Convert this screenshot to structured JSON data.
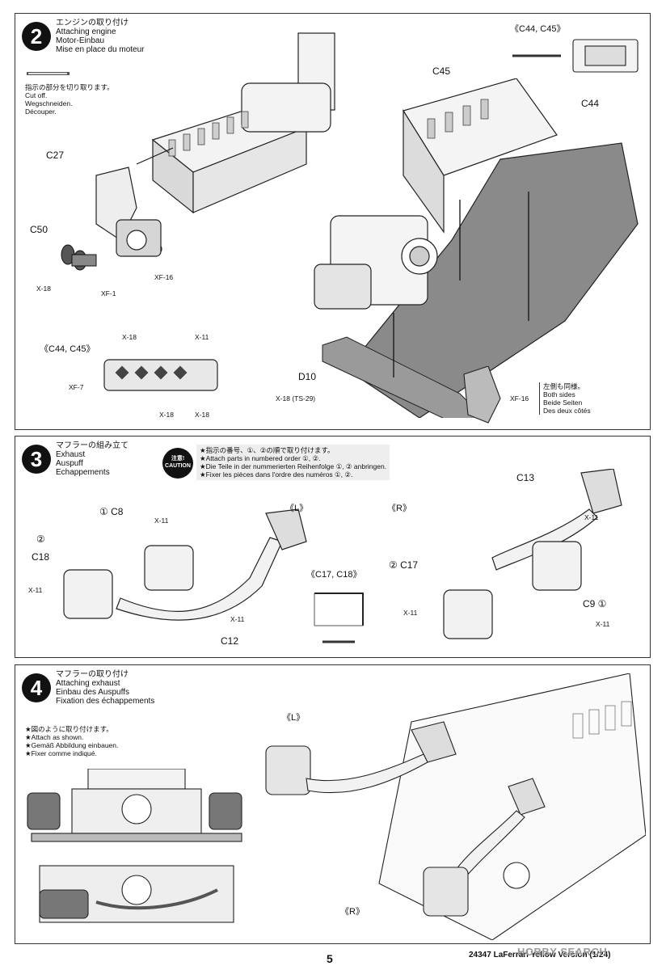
{
  "step2": {
    "number": "2",
    "title_ja": "エンジンの取り付け",
    "title_en": "Attaching engine",
    "title_de": "Motor-Einbau",
    "title_fr": "Mise en place du moteur",
    "cut_ja": "指示の部分を切り取ります。",
    "cut_en": "Cut off.",
    "cut_de": "Wegschneiden.",
    "cut_fr": "Découper.",
    "inset_c44c45": "《C44, C45》",
    "labels": {
      "c45": "C45",
      "c44": "C44",
      "c27": "C27",
      "c50": "C50",
      "x18_a": "X-18",
      "xf1": "XF-1",
      "xf16_a": "XF-16",
      "inset2": "《C44, C45》",
      "x18_b": "X-18",
      "x11_a": "X-11",
      "xf7": "XF-7",
      "x18_c": "X-18",
      "x18_d": "X-18",
      "d10": "D10",
      "x18ts29": "X-18 (TS-29)",
      "xf16_b": "XF-16"
    },
    "both_ja": "左側も同様。",
    "both_en": "Both sides",
    "both_de": "Beide Seiten",
    "both_fr": "Des deux côtés"
  },
  "step3": {
    "number": "3",
    "title_ja": "マフラーの組み立て",
    "title_en": "Exhaust",
    "title_de": "Auspuff",
    "title_fr": "Echappements",
    "caution": "注意!\nCAUTION",
    "notes": [
      "★指示の番号、①、②の順で取り付けます。",
      "★Attach parts in numbered order ①, ②.",
      "★Die Teile in der nummerierten Reihenfolge ①, ② anbringen.",
      "★Fixer les pièces dans l'ordre des numéros ①, ②."
    ],
    "labels": {
      "n1c8": "① C8",
      "x11_a": "X-11",
      "n2": "②",
      "c18": "C18",
      "x11_b": "X-11",
      "c12": "C12",
      "x11_c": "X-11",
      "l": "《L》",
      "c17c18": "《C17, C18》",
      "r": "《R》",
      "c13": "C13",
      "x11_d": "X-11",
      "n2c17": "② C17",
      "x11_e": "X-11",
      "c9n1": "C9 ①",
      "x11_f": "X-11"
    }
  },
  "step4": {
    "number": "4",
    "title_ja": "マフラーの取り付け",
    "title_en": "Attaching exhaust",
    "title_de": "Einbau des Auspuffs",
    "title_fr": "Fixation des échappements",
    "notes": [
      "★図のように取り付けます。",
      "★Attach as shown.",
      "★Gemäß Abbildung einbauen.",
      "★Fixer comme indiqué."
    ],
    "l": "《L》",
    "r": "《R》"
  },
  "footer": {
    "page": "5",
    "code": "24347 LaFerrari Yellow Version (1/24)",
    "watermark": "HOBBY SEARCH"
  }
}
